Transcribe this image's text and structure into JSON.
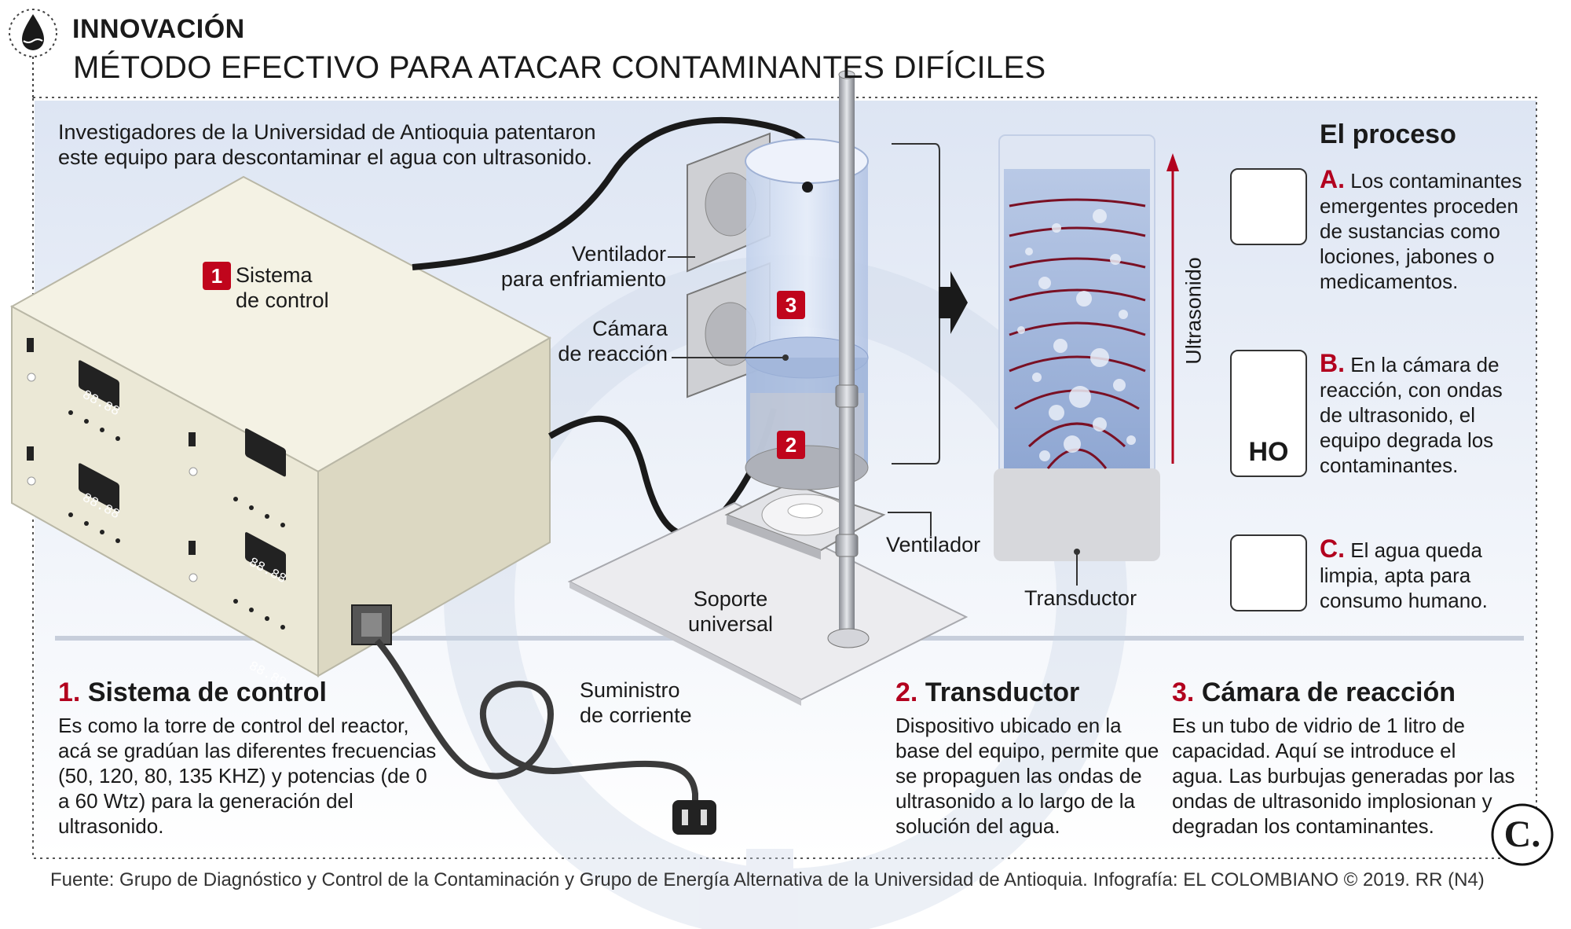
{
  "header": {
    "section": "INNOVACIÓN",
    "title": "MÉTODO EFECTIVO PARA ATACAR CONTAMINANTES DIFÍCILES"
  },
  "intro": [
    "Investigadores de la Universidad de Antioquia patentaron",
    "este equipo para descontaminar el agua con ultrasonido."
  ],
  "labels": {
    "control_badge": "1",
    "control": [
      "Sistema",
      "de control"
    ],
    "fan_cooling": [
      "Ventilador",
      "para enfriamiento"
    ],
    "chamber": [
      "Cámara",
      "de reacción"
    ],
    "chamber_badge": "3",
    "transducer_badge": "2",
    "fan": "Ventilador",
    "support": [
      "Soporte",
      "universal"
    ],
    "power": [
      "Suministro",
      "de corriente"
    ],
    "ultrasound": "Ultrasonido",
    "transducer": "Transductor",
    "display": "88.88"
  },
  "process": {
    "title": "El proceso",
    "steps": [
      {
        "letter": "A.",
        "icon": "contaminants-icon",
        "lines": [
          "Los contaminantes",
          "emergentes proceden",
          "de sustancias como",
          "lociones, jabones o",
          "medicamentos."
        ]
      },
      {
        "letter": "B.",
        "icon": "lightning-fire-ho-icon",
        "icon_text": "HO",
        "lines": [
          "En la cámara de",
          "reacción, con ondas",
          "de ultrasonido, el",
          "equipo degrada los",
          "contaminantes."
        ]
      },
      {
        "letter": "C.",
        "icon": "clean-water-check-icon",
        "lines": [
          "El agua queda",
          "limpia, apta para",
          "consumo humano."
        ]
      }
    ]
  },
  "details": [
    {
      "num": "1.",
      "title": "Sistema de control",
      "lines": [
        "Es como la torre de control del reactor,",
        "acá se gradúan las diferentes frecuencias",
        "(50, 120, 80, 135 KHZ) y potencias (de 0",
        "a 60 Wtz) para la generación del",
        "ultrasonido."
      ]
    },
    {
      "num": "2.",
      "title": "Transductor",
      "lines": [
        "Dispositivo ubicado en la",
        "base del equipo, permite que",
        "se propaguen las ondas de",
        "ultrasonido a lo largo de la",
        "solución del agua."
      ]
    },
    {
      "num": "3.",
      "title": "Cámara de reacción",
      "lines": [
        "Es un tubo de vidrio de 1 litro de",
        "capacidad.  Aquí se introduce el",
        "agua. Las burbujas generadas por las",
        "ondas de ultrasonido implosionan y",
        "degradan los contaminantes."
      ]
    }
  ],
  "logo": "C.",
  "source": "Fuente: Grupo de Diagnóstico y Control de la Contaminación y Grupo de Energía Alternativa de la Universidad de Antioquia. Infografía: EL COLOMBIANO © 2019. RR (N4)",
  "colors": {
    "accent": "#b2001e",
    "badge": "#c0051c",
    "panel": "#e4eaf5",
    "water": "#9db3d8"
  }
}
